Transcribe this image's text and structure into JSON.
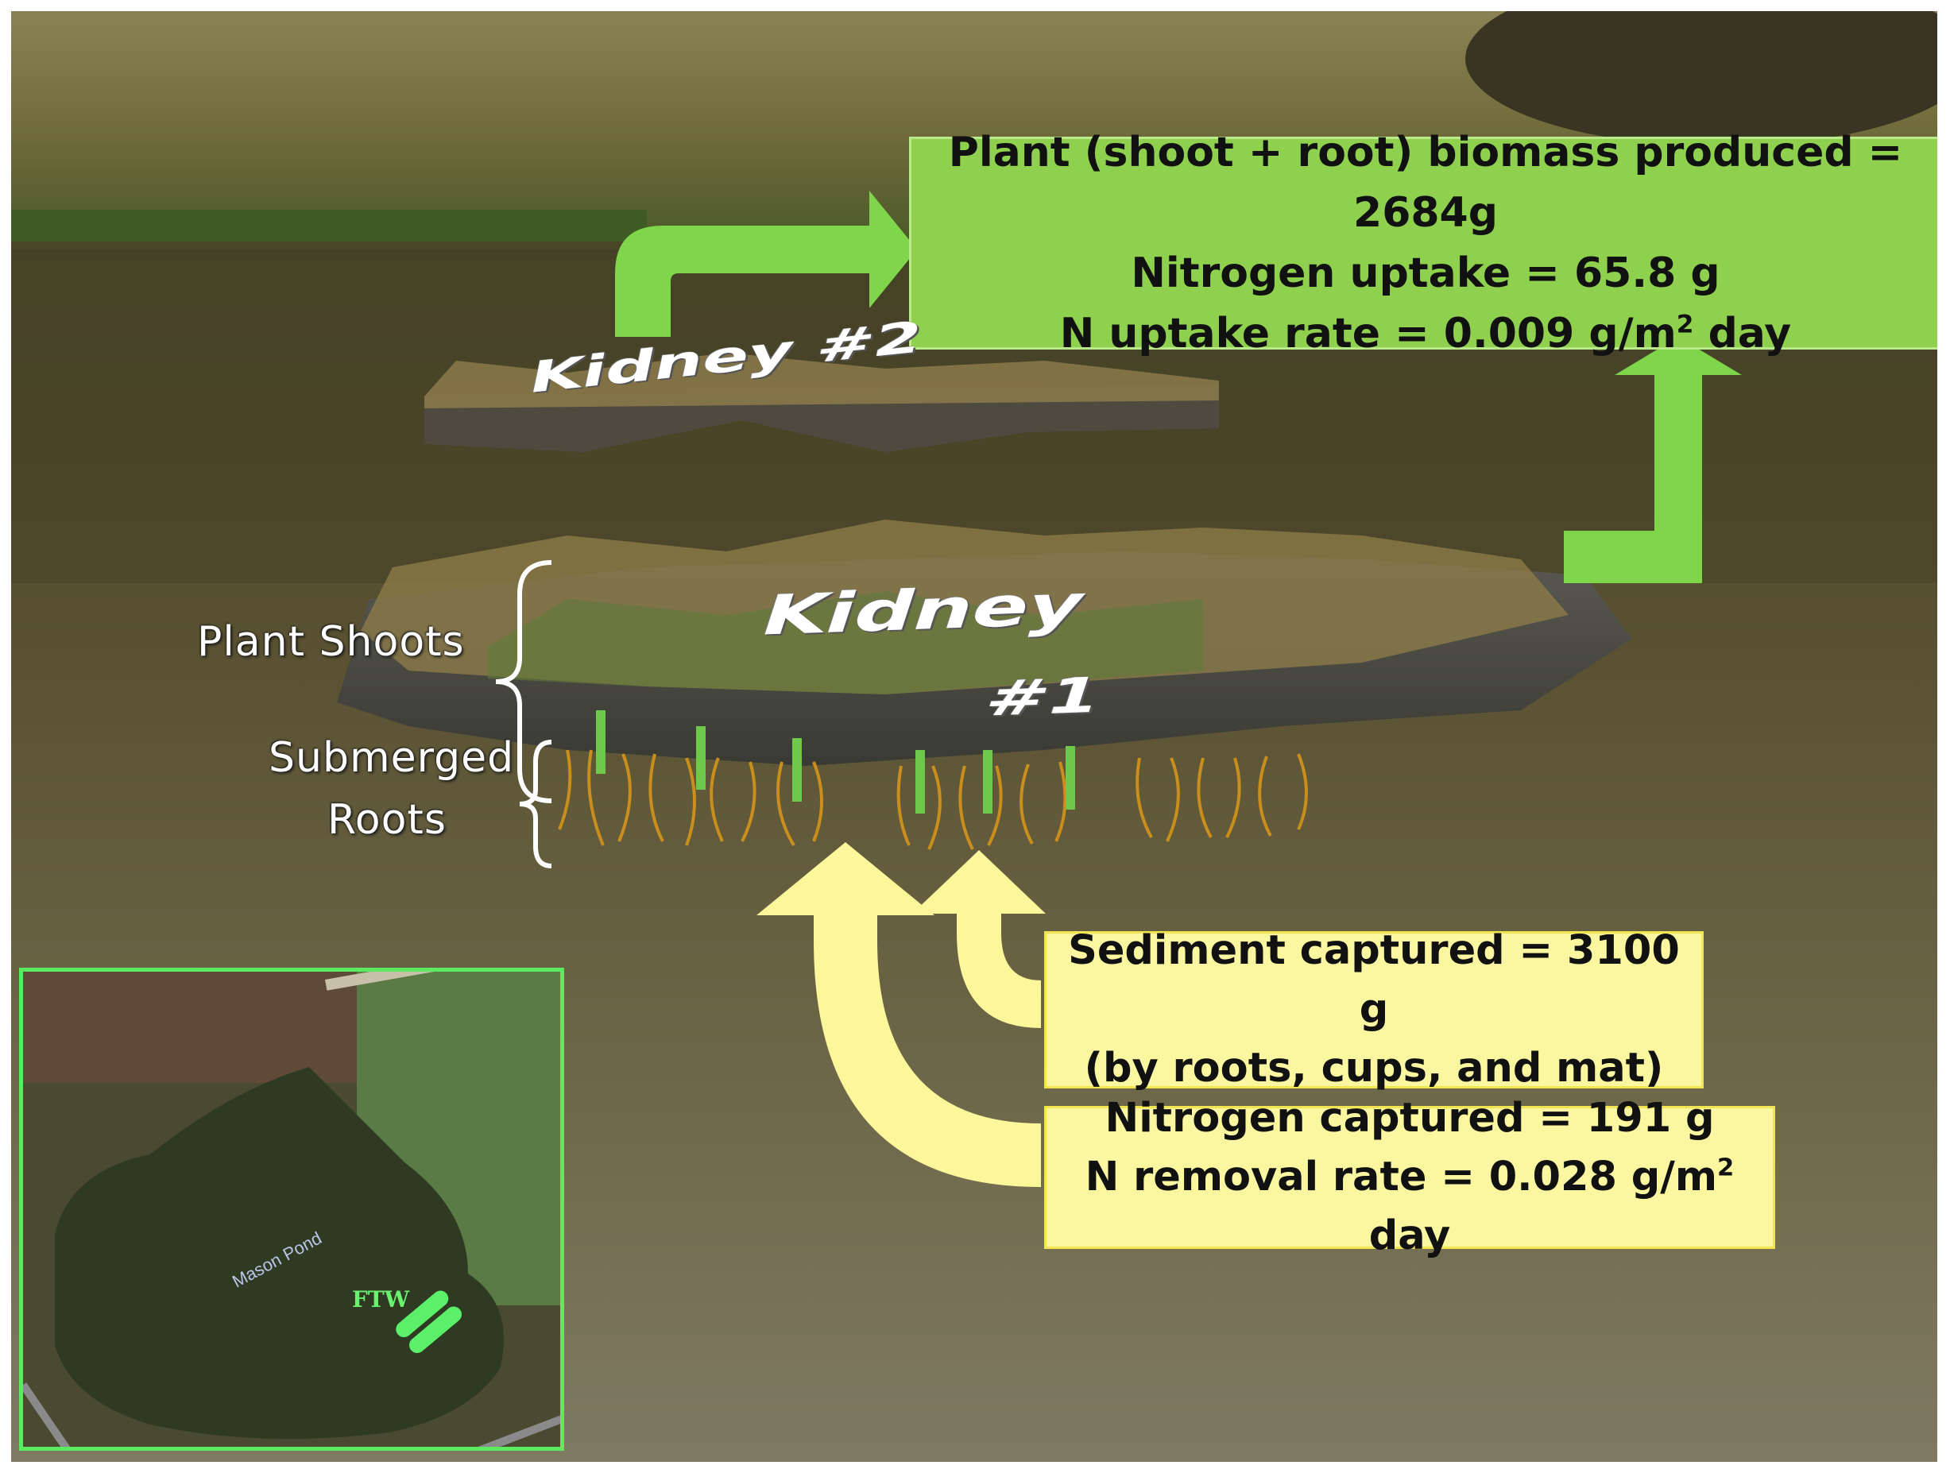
{
  "callouts": {
    "plant": {
      "line1": "Plant (shoot + root) biomass produced = 2684g",
      "line2": "Nitrogen uptake = 65.8 g",
      "line3_main": "N uptake rate = 0.009 g/m",
      "line3_sup": "2",
      "line3_tail": " day"
    },
    "sediment": {
      "line1": "Sediment captured = 3100 g",
      "line2": "(by roots, cups, and mat)"
    },
    "nitrogen": {
      "line1": "Nitrogen captured = 191 g",
      "line2_main": "N removal rate = 0.028 g/m",
      "line2_sup": "2",
      "line2_tail": " day"
    }
  },
  "annotations": {
    "shoots": "Plant Shoots",
    "roots_line1": "Submerged",
    "roots_line2": "Roots"
  },
  "islands": {
    "kidney2": "Kidney #2",
    "kidney1_line1": "Kidney",
    "kidney1_line2": "#1"
  },
  "map": {
    "pond_label": "Mason Pond",
    "ftw_label": "FTW"
  },
  "colors": {
    "green_arrow": "#7fd64a",
    "green_box": "#8fd14f",
    "yellow_arrow": "#fbf79a",
    "yellow_box": "#fbf7a0",
    "ftw_marker": "#5cf06a"
  }
}
